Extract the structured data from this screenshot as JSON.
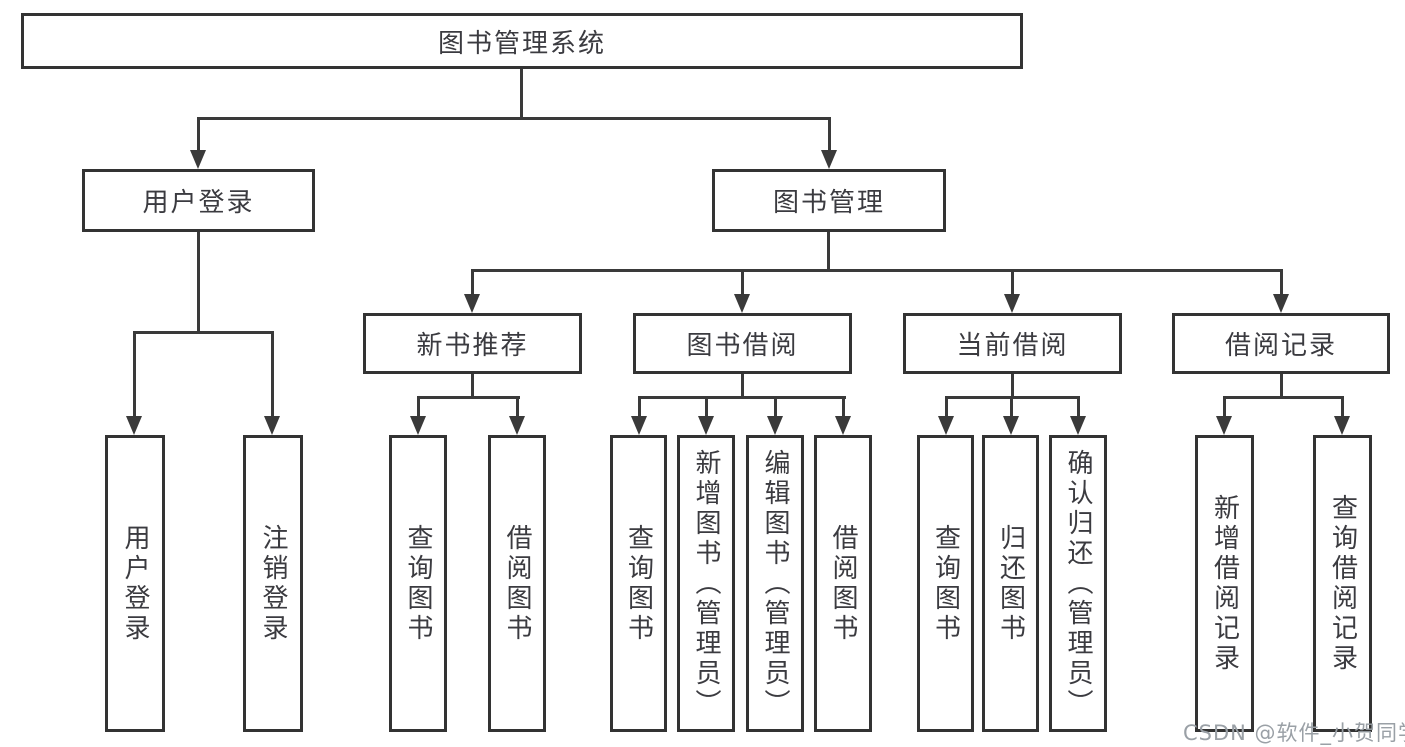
{
  "tree": {
    "label": "图书管理系统",
    "children": [
      {
        "label": "用户登录",
        "children": [
          {
            "label": "用户登录"
          },
          {
            "label": "注销登录"
          }
        ]
      },
      {
        "label": "图书管理",
        "children": [
          {
            "label": "新书推荐",
            "children": [
              {
                "label": "查询图书"
              },
              {
                "label": "借阅图书"
              }
            ]
          },
          {
            "label": "图书借阅",
            "children": [
              {
                "label": "查询图书"
              },
              {
                "label": "新增图书（管理员）"
              },
              {
                "label": "编辑图书（管理员）"
              },
              {
                "label": "借阅图书"
              }
            ]
          },
          {
            "label": "当前借阅",
            "children": [
              {
                "label": "查询图书"
              },
              {
                "label": "归还图书"
              },
              {
                "label": "确认归还（管理员）"
              }
            ]
          },
          {
            "label": "借阅记录",
            "children": [
              {
                "label": "新增借阅记录"
              },
              {
                "label": "查询借阅记录"
              }
            ]
          }
        ]
      }
    ]
  },
  "watermark": {
    "text": "CSDN @软件_小贺同学"
  },
  "colors": {
    "background": "#ffffff",
    "box_border": "#333333",
    "line": "#3a3a3a",
    "text": "#3b3b40",
    "watermark": "#9aa0a6"
  }
}
